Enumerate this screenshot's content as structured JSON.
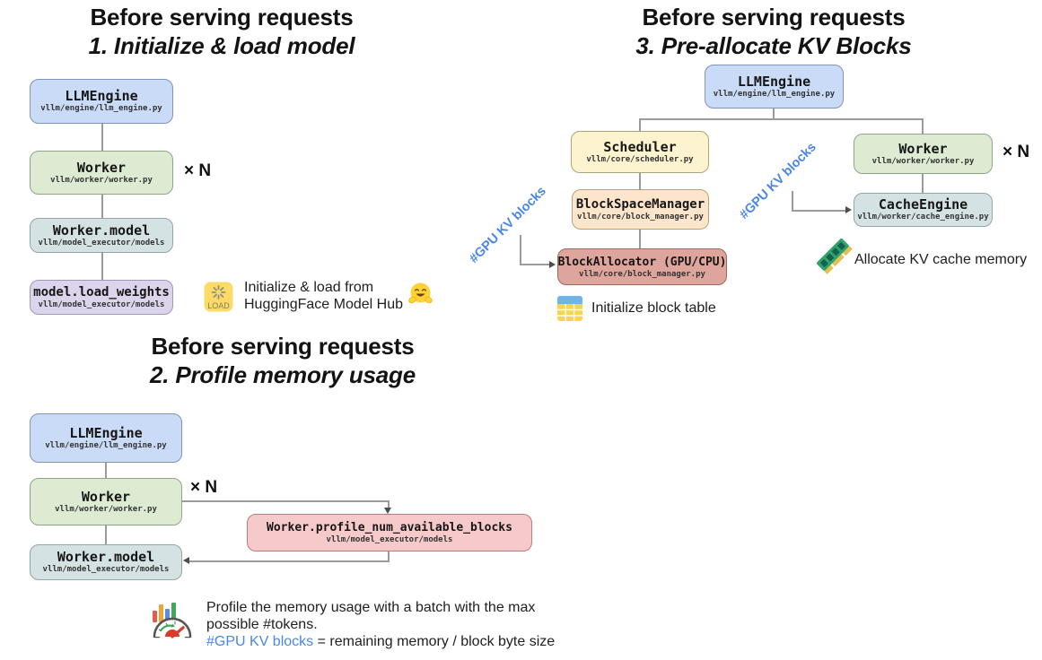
{
  "colors": {
    "accent_blue": "#4a86e8",
    "title_text": "#131313"
  },
  "section1": {
    "title_line1": "Before serving requests",
    "title_line2": "1. Initialize & load model",
    "multiplier": "× N",
    "nodes": {
      "llmengine": {
        "label": "LLMEngine",
        "path": "vllm/engine/llm_engine.py"
      },
      "worker": {
        "label": "Worker",
        "path": "vllm/worker/worker.py"
      },
      "worker_model": {
        "label": "Worker.model",
        "path": "vllm/model_executor/models"
      },
      "load_weights": {
        "label": "model.load_weights",
        "path": "vllm/model_executor/models"
      }
    },
    "note": {
      "icon_label": "LOAD",
      "line1": "Initialize & load from",
      "line2": "HuggingFace Model Hub"
    }
  },
  "section2": {
    "title_line1": "Before serving requests",
    "title_line2": "2. Profile memory usage",
    "multiplier": "× N",
    "nodes": {
      "llmengine": {
        "label": "LLMEngine",
        "path": "vllm/engine/llm_engine.py"
      },
      "worker": {
        "label": "Worker",
        "path": "vllm/worker/worker.py"
      },
      "worker_model": {
        "label": "Worker.model",
        "path": "vllm/model_executor/models"
      },
      "profile": {
        "label": "Worker.profile_num_available_blocks",
        "path": "vllm/model_executor/models"
      }
    },
    "note": {
      "line1": "Profile the memory usage with a batch with the max",
      "line2": "possible #tokens.",
      "line3_highlight": "#GPU KV blocks",
      "line3_rest": " = remaining memory / block byte size"
    }
  },
  "section3": {
    "title_line1": "Before serving requests",
    "title_line2": "3. Pre-allocate KV Blocks",
    "multiplier": "× N",
    "nodes": {
      "llmengine": {
        "label": "LLMEngine",
        "path": "vllm/engine/llm_engine.py"
      },
      "scheduler": {
        "label": "Scheduler",
        "path": "vllm/core/scheduler.py"
      },
      "block_space_manager": {
        "label": "BlockSpaceManager",
        "path": "vllm/core/block_manager.py"
      },
      "block_allocator": {
        "label": "BlockAllocator (GPU/CPU)",
        "path": "vllm/core/block_manager.py"
      },
      "worker": {
        "label": "Worker",
        "path": "vllm/worker/worker.py"
      },
      "cache_engine": {
        "label": "CacheEngine",
        "path": "vllm/worker/cache_engine.py"
      }
    },
    "kv_label_left": "#GPU KV blocks",
    "kv_label_right": "#GPU KV blocks",
    "note_table": "Initialize block table",
    "note_ram": "Allocate KV cache memory"
  }
}
